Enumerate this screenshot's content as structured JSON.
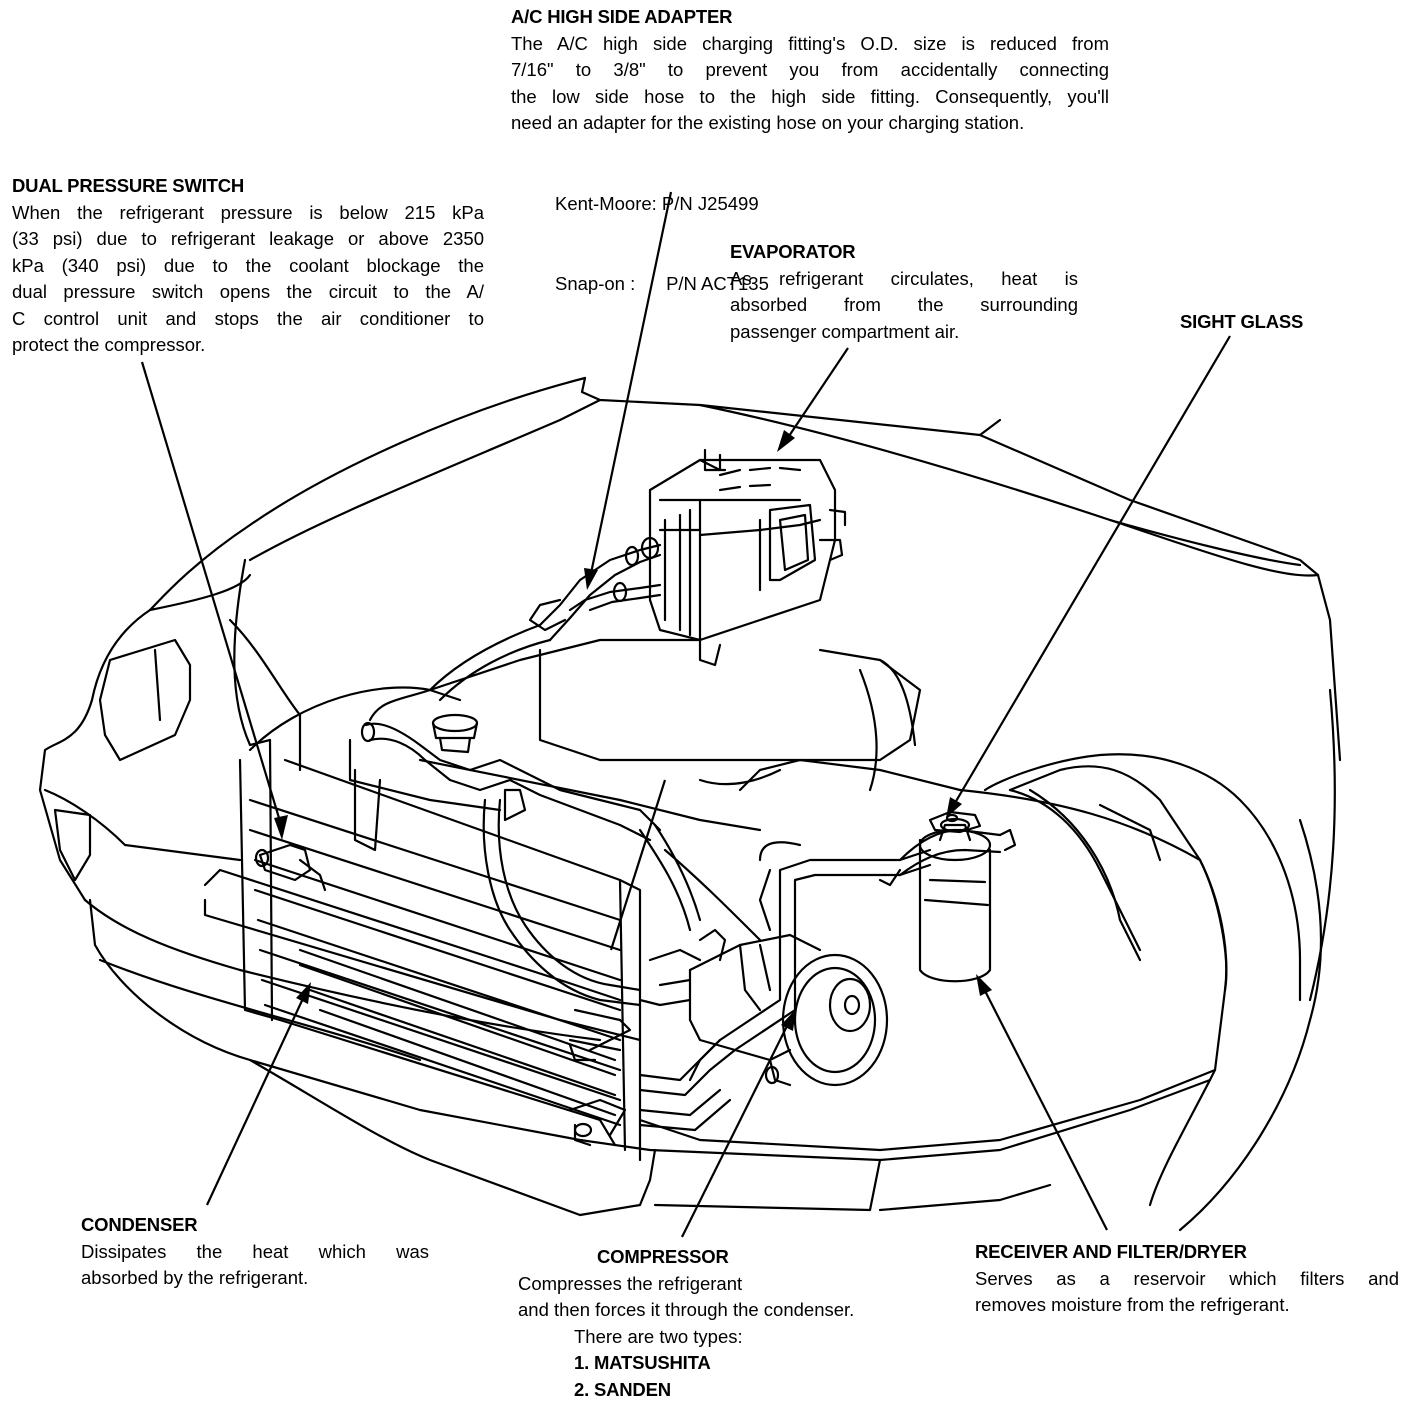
{
  "callouts": {
    "ac_adapter": {
      "title": "A/C HIGH SIDE ADAPTER",
      "lines": [
        "The A/C high side charging fitting's O.D. size is reduced from",
        "7/16\" to 3/8\" to prevent you from accidentally connecting",
        "the low side hose to the high side fitting. Consequently, you'll",
        "need an adapter for the existing hose on your charging station."
      ],
      "parts": [
        "Kent-Moore: P/N J25499",
        "Snap-on :      P/N ACT135"
      ]
    },
    "dual_switch": {
      "title": "DUAL PRESSURE SWITCH",
      "lines": [
        "When the refrigerant pressure is below 215 kPa",
        "(33 psi) due to refrigerant leakage or above 2350",
        "kPa (340 psi) due to the coolant blockage the",
        "dual pressure switch opens the circuit to the A/",
        "C control unit and stops the air conditioner to",
        "protect the compressor."
      ]
    },
    "evaporator": {
      "title": "EVAPORATOR",
      "lines": [
        "As refrigerant circulates, heat is",
        "absorbed from the surrounding",
        "passenger compartment air."
      ]
    },
    "sight_glass": {
      "title": "SIGHT GLASS"
    },
    "condenser": {
      "title": "CONDENSER",
      "lines": [
        "Dissipates the heat which was",
        "absorbed by the refrigerant."
      ]
    },
    "compressor": {
      "title": "COMPRESSOR",
      "lines": [
        "Compresses the refrigerant",
        "and then forces it through the condenser."
      ],
      "types_intro": "There are two types:",
      "types": [
        "1. MATSUSHITA",
        "2. SANDEN"
      ]
    },
    "receiver": {
      "title": "RECEIVER AND FILTER/DRYER",
      "lines": [
        "Serves as a reservoir which filters and",
        "removes moisture from the refrigerant."
      ]
    }
  },
  "colors": {
    "ink": "#000000",
    "paper": "#ffffff"
  }
}
